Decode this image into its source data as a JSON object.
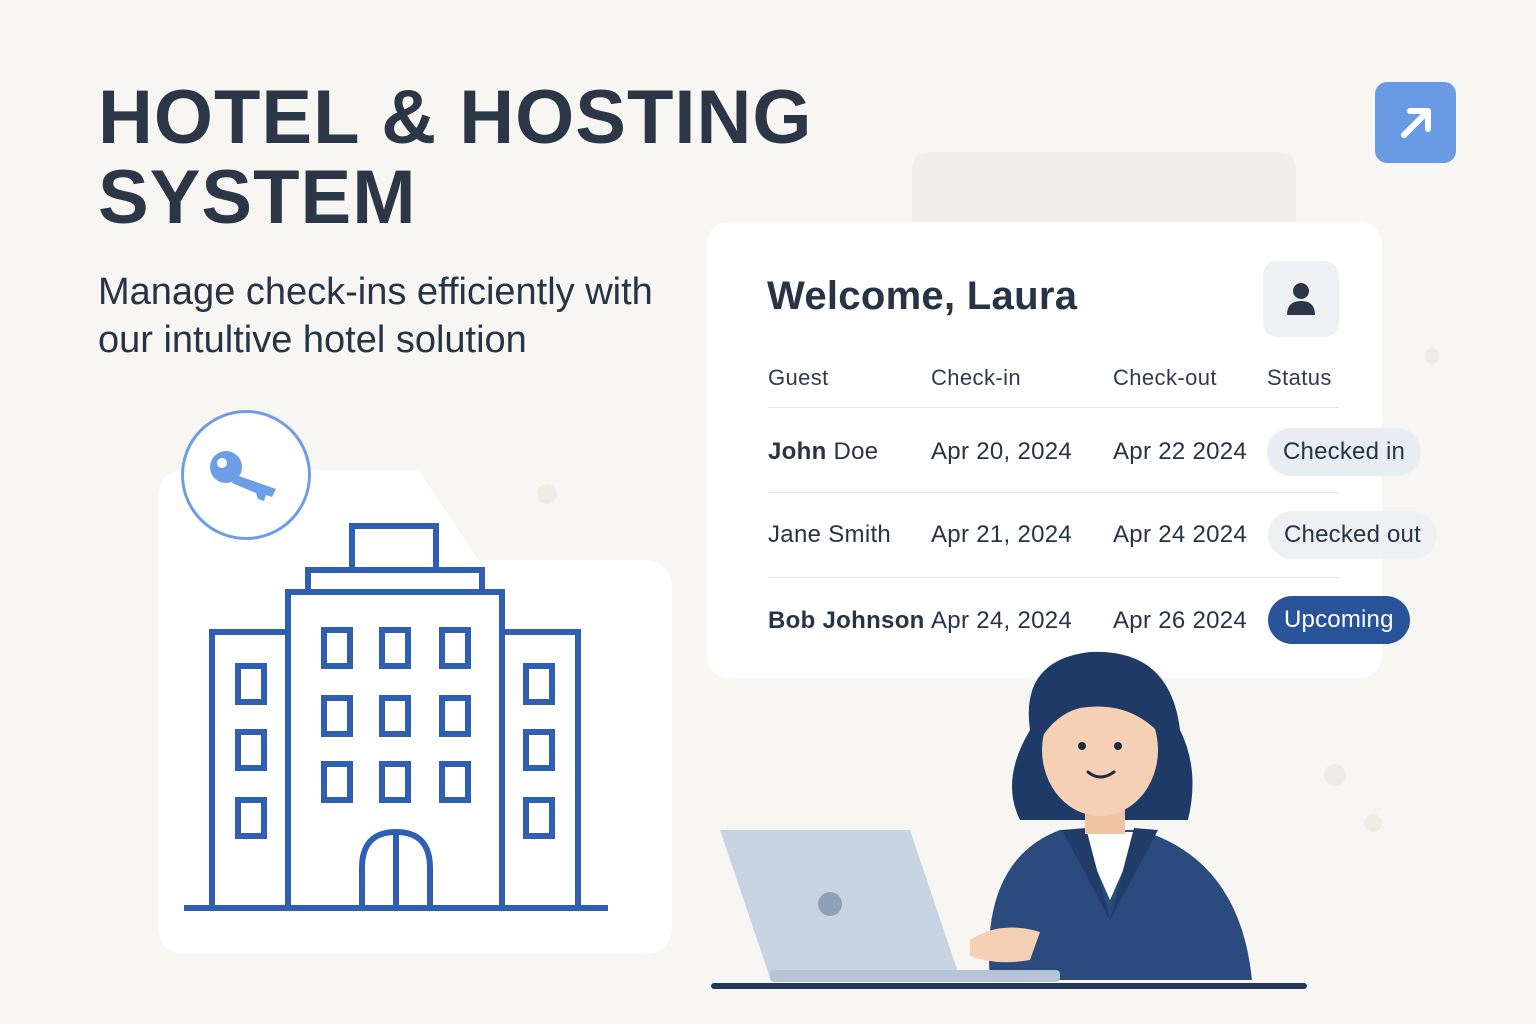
{
  "hero": {
    "title": "HOTEL & HOSTING SYSTEM",
    "subtitle": "Manage check-ins efficiently with our intultive hotel solution"
  },
  "dashboard": {
    "welcome": "Welcome, Laura",
    "columns": [
      "Guest",
      "Check-in",
      "Check-out",
      "Status"
    ],
    "rows": [
      {
        "guest_first": "John",
        "guest_last": "Doe",
        "check_in": "Apr 20, 2024",
        "check_out": "Apr 22 2024",
        "status": "Checked in"
      },
      {
        "guest_first": "Jane",
        "guest_last": "Smith",
        "check_in": "Apr 21, 2024",
        "check_out": "Apr 24 2024",
        "status": "Checked out"
      },
      {
        "guest_first": "Bob",
        "guest_last": "Johnson",
        "check_in": "Apr 24, 2024",
        "check_out": "Apr 26 2024",
        "status": "Upcoming"
      }
    ]
  },
  "icons": {
    "share": "arrow-up-right-icon",
    "avatar": "user-icon",
    "key": "key-icon",
    "building": "hotel-building-icon"
  },
  "colors": {
    "background": "#f8f6f2",
    "accent": "#6a9ae3",
    "status_upcoming": "#2a5499",
    "building_stroke": "#2f5fb3",
    "text": "#263446"
  }
}
